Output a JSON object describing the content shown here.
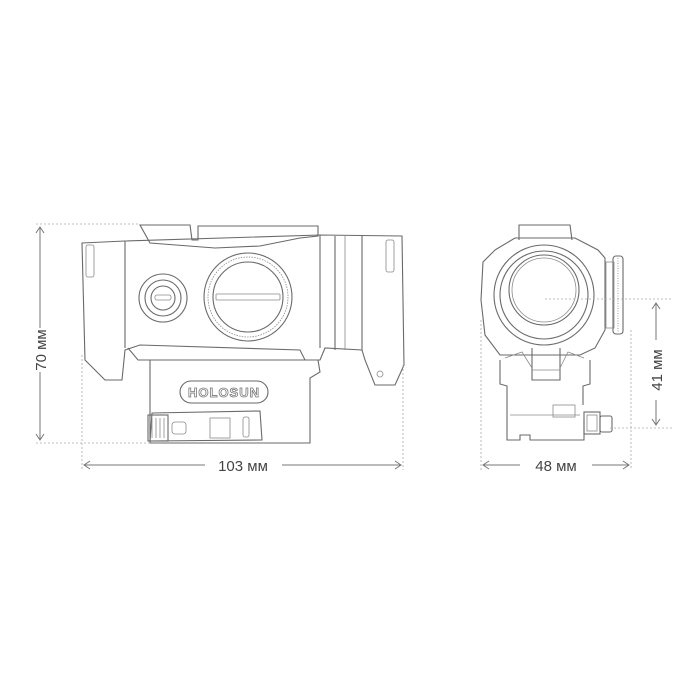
{
  "dimensions": {
    "height": "70 мм",
    "length": "103 мм",
    "width": "48 мм",
    "optical_axis_height": "41 мм"
  },
  "logo": "HOLOSUN"
}
